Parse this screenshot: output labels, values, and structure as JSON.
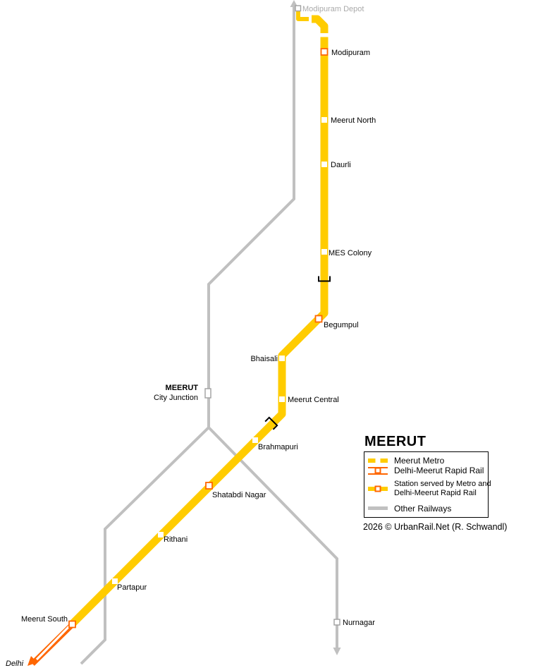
{
  "colors": {
    "metro": "#ffcc00",
    "rapid_rail": "#ff6600",
    "other_rail": "#c0c0c0",
    "station_gray_border": "#a0a0a0",
    "depot_label": "#aaaaaa"
  },
  "stations": {
    "modipuram_depot": {
      "name": "Modipuram Depot",
      "type": "other-rail"
    },
    "modipuram": {
      "name": "Modipuram",
      "type": "metro-and-rapid-rail"
    },
    "meerut_north": {
      "name": "Meerut North",
      "type": "metro"
    },
    "daurli": {
      "name": "Daurli",
      "type": "metro"
    },
    "mes_colony": {
      "name": "MES Colony",
      "type": "metro"
    },
    "begumpul": {
      "name": "Begumpul",
      "type": "metro-and-rapid-rail"
    },
    "bhaisali": {
      "name": "Bhaisali",
      "type": "metro"
    },
    "meerut_central": {
      "name": "Meerut Central",
      "type": "metro"
    },
    "brahmapuri": {
      "name": "Brahmapuri",
      "type": "metro"
    },
    "shatabdi_nagar": {
      "name": "Shatabdi Nagar",
      "type": "metro-and-rapid-rail"
    },
    "rithani": {
      "name": "Rithani",
      "type": "metro"
    },
    "partapur": {
      "name": "Partapur",
      "type": "metro"
    },
    "meerut_south": {
      "name": "Meerut South",
      "type": "metro-and-rapid-rail"
    },
    "meerut_city": {
      "name": "MEERUT",
      "subname": "City Junction",
      "type": "other-rail"
    },
    "nurnagar": {
      "name": "Nurnagar",
      "type": "other-rail"
    }
  },
  "annotations": {
    "delhi": "Delhi"
  },
  "legend": {
    "title": "MEERUT",
    "items": {
      "metro": "Meerut Metro",
      "rrts": "Delhi-Meerut Rapid Rail",
      "shared_line1": "Station served by Metro and",
      "shared_line2": "Delhi-Meerut Rapid Rail",
      "other": "Other Railways"
    },
    "copyright": "2026 © UrbanRail.Net (R. Schwandl)"
  }
}
